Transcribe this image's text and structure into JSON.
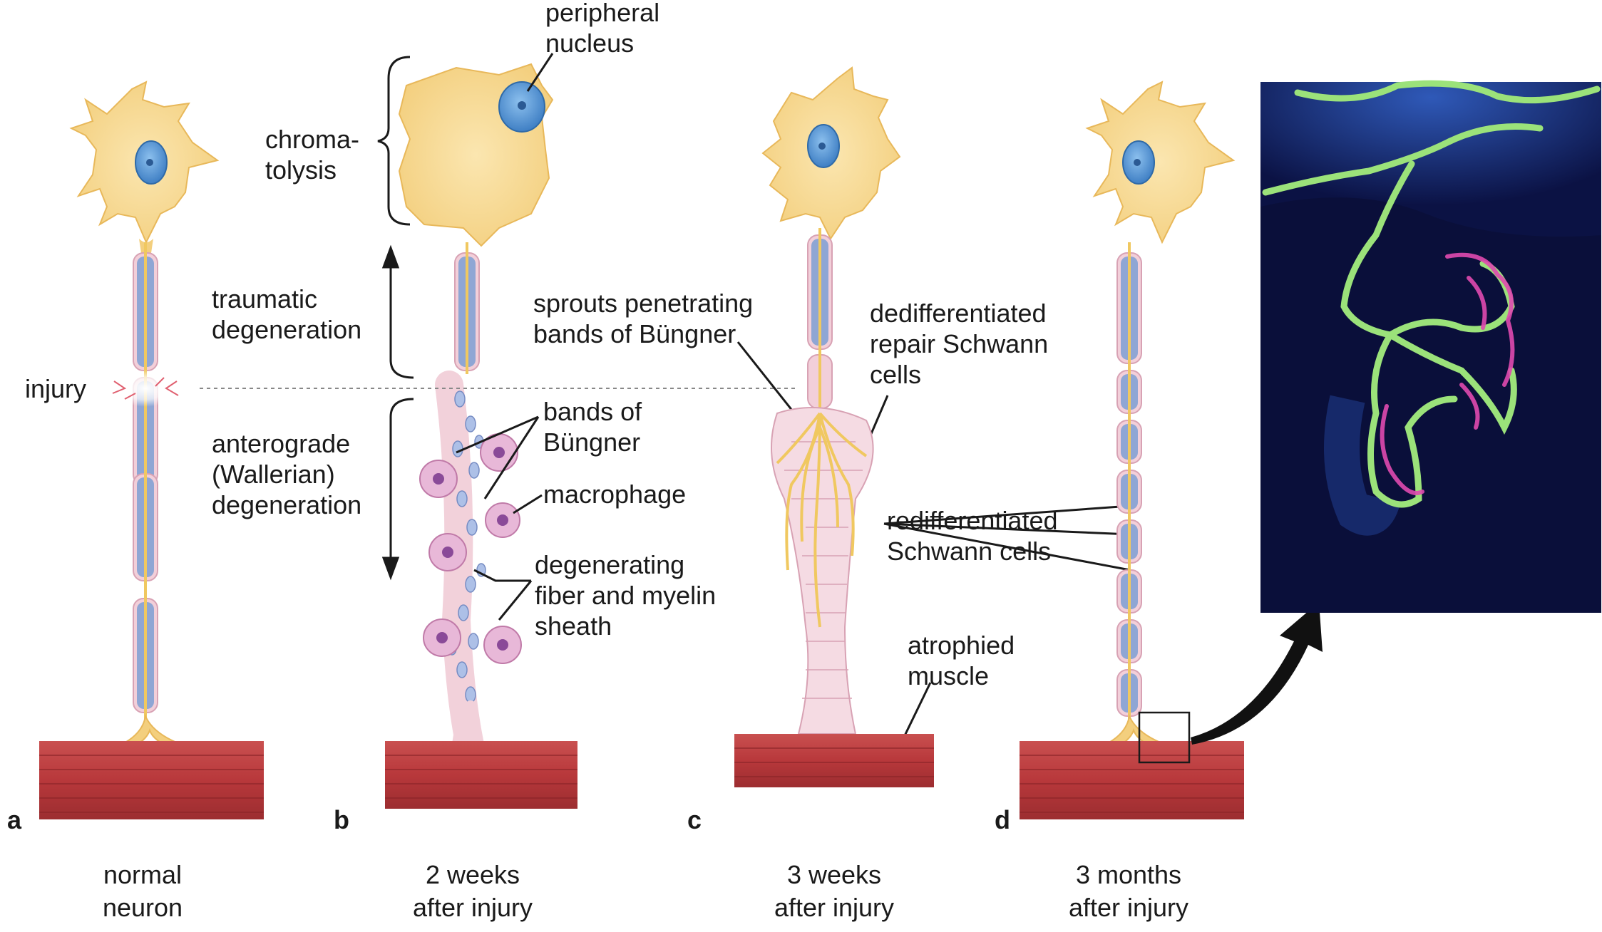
{
  "labels": {
    "injury": "injury",
    "chromatolysis": "chroma-\ntolysis",
    "peripheral_nucleus": "peripheral\nnucleus",
    "traumatic_degeneration": "traumatic\ndegeneration",
    "anterograde_degeneration": "anterograde\n(Wallerian)\ndegeneration",
    "bands_of_bungner": "bands of\nBüngner",
    "macrophage": "macrophage",
    "degenerating_fiber": "degenerating\nfiber and myelin\nsheath",
    "sprouts": "sprouts penetrating\nbands of Büngner",
    "dedifferentiated": "dedifferentiated\nrepair Schwann\ncells",
    "redifferentiated": "redifferentiated\nSchwann cells",
    "atrophied_muscle": "atrophied\nmuscle"
  },
  "panels": [
    {
      "letter": "a",
      "caption": "normal\nneuron"
    },
    {
      "letter": "b",
      "caption": "2 weeks\nafter injury"
    },
    {
      "letter": "c",
      "caption": "3 weeks\nafter injury"
    },
    {
      "letter": "d",
      "caption": "3 months\nafter injury"
    }
  ],
  "colors": {
    "soma": "#f7d98f",
    "soma_edge": "#e8b85a",
    "nucleus": "#5b9bd8",
    "myelin": "#8fa6d4",
    "axon": "#f0c860",
    "schwann": "#f2cfd9",
    "muscle": "#b8383b",
    "macrophage": "#e8b8d8",
    "micrograph_bg": "#0a0f3a",
    "micro_green": "#9be27a",
    "micro_magenta": "#e04ab0"
  }
}
